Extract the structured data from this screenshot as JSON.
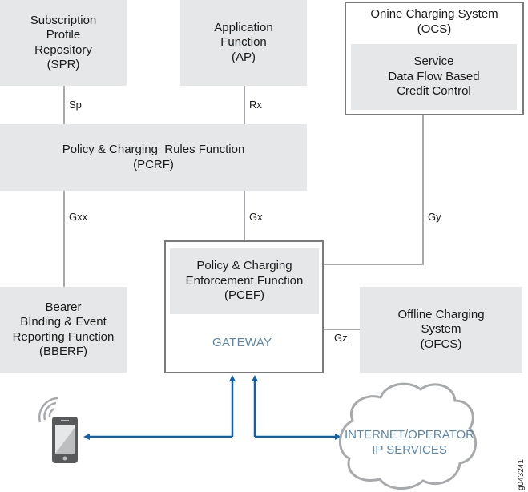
{
  "diagram": {
    "nodes": {
      "spr": {
        "label": "Subscription\nProfile\nRepository\n(SPR)"
      },
      "af": {
        "label": "Application\nFunction\n(AP)"
      },
      "ocs": {
        "title": "Onine Charging System\n(OCS)",
        "inner": "Service\nData Flow Based\nCredit Control"
      },
      "pcrf": {
        "label": "Policy & Charging  Rules Function\n(PCRF)"
      },
      "pcef": {
        "label": "Policy & Charging\nEnforcement Function\n(PCEF)"
      },
      "gateway": {
        "label": "GATEWAY"
      },
      "bberf": {
        "label": "Bearer\nBInding & Event\nReporting Function\n(BBERF)"
      },
      "ofcs": {
        "label": "Offline Charging\nSystem\n(OFCS)"
      },
      "cloud": {
        "label": "INTERNET/OPERATOR\nIP SERVICES"
      },
      "device": {
        "icon": "mobile-phone-icon"
      }
    },
    "interfaces": {
      "sp": "Sp",
      "rx": "Rx",
      "gxx": "Gxx",
      "gx": "Gx",
      "gy": "Gy",
      "gz": "Gz"
    },
    "figure_id": "g043241",
    "colors": {
      "box_fill": "#e6e7e8",
      "connector": "#a7a9ac",
      "outline": "#7a7a7a",
      "data_path": "#0f62a8",
      "accent_text": "#5b86a6"
    }
  }
}
